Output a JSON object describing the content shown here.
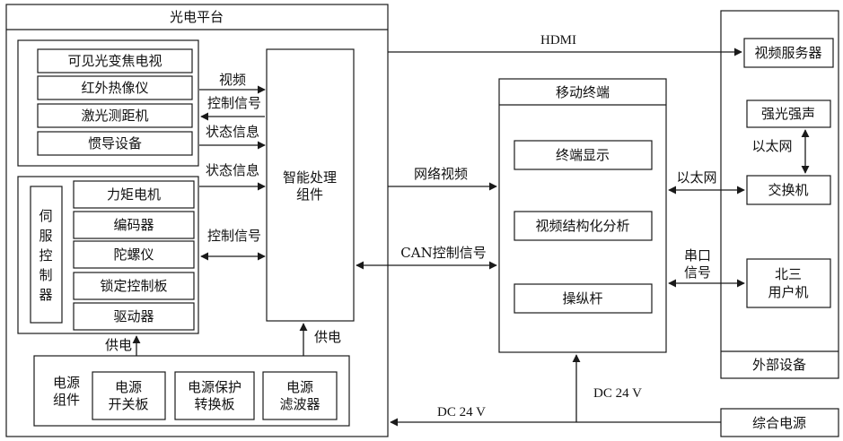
{
  "platform": {
    "title": "光电平台",
    "sensors": [
      "可见光变焦电视",
      "红外热像仪",
      "激光测距机",
      "惯导设备"
    ],
    "servo": {
      "controller": [
        "伺",
        "服",
        "控",
        "制",
        "器"
      ],
      "items": [
        "力矩电机",
        "编码器",
        "陀螺仪",
        "锁定控制板",
        "驱动器"
      ]
    },
    "processor": [
      "智能处理",
      "组件"
    ],
    "power": {
      "title": [
        "电源",
        "组件"
      ],
      "items": [
        [
          "电源",
          "开关板"
        ],
        [
          "电源保护",
          "转换板"
        ],
        [
          "电源",
          "滤波器"
        ]
      ]
    },
    "signals": {
      "video": "视频",
      "control1": "控制信号",
      "status1": "状态信息",
      "status2": "状态信息",
      "control2": "控制信号",
      "power_left": "供电",
      "power_right": "供电"
    }
  },
  "terminal": {
    "title": "移动终端",
    "items": [
      "终端显示",
      "视频结构化分析",
      "操纵杆"
    ]
  },
  "external": {
    "title": "外部设备",
    "video_server": "视频服务器",
    "light_sound": "强光强声",
    "switch": "交换机",
    "beidou": [
      "北三",
      "用户机"
    ],
    "ethernet_inner": "以太网"
  },
  "links": {
    "hdmi": "HDMI",
    "net_video": "网络视频",
    "can": "CAN控制信号",
    "ethernet": "以太网",
    "serial": [
      "串口",
      "信号"
    ],
    "dc24_right": "DC 24 V",
    "dc24_left": "DC 24 V"
  },
  "supply": "综合电源"
}
